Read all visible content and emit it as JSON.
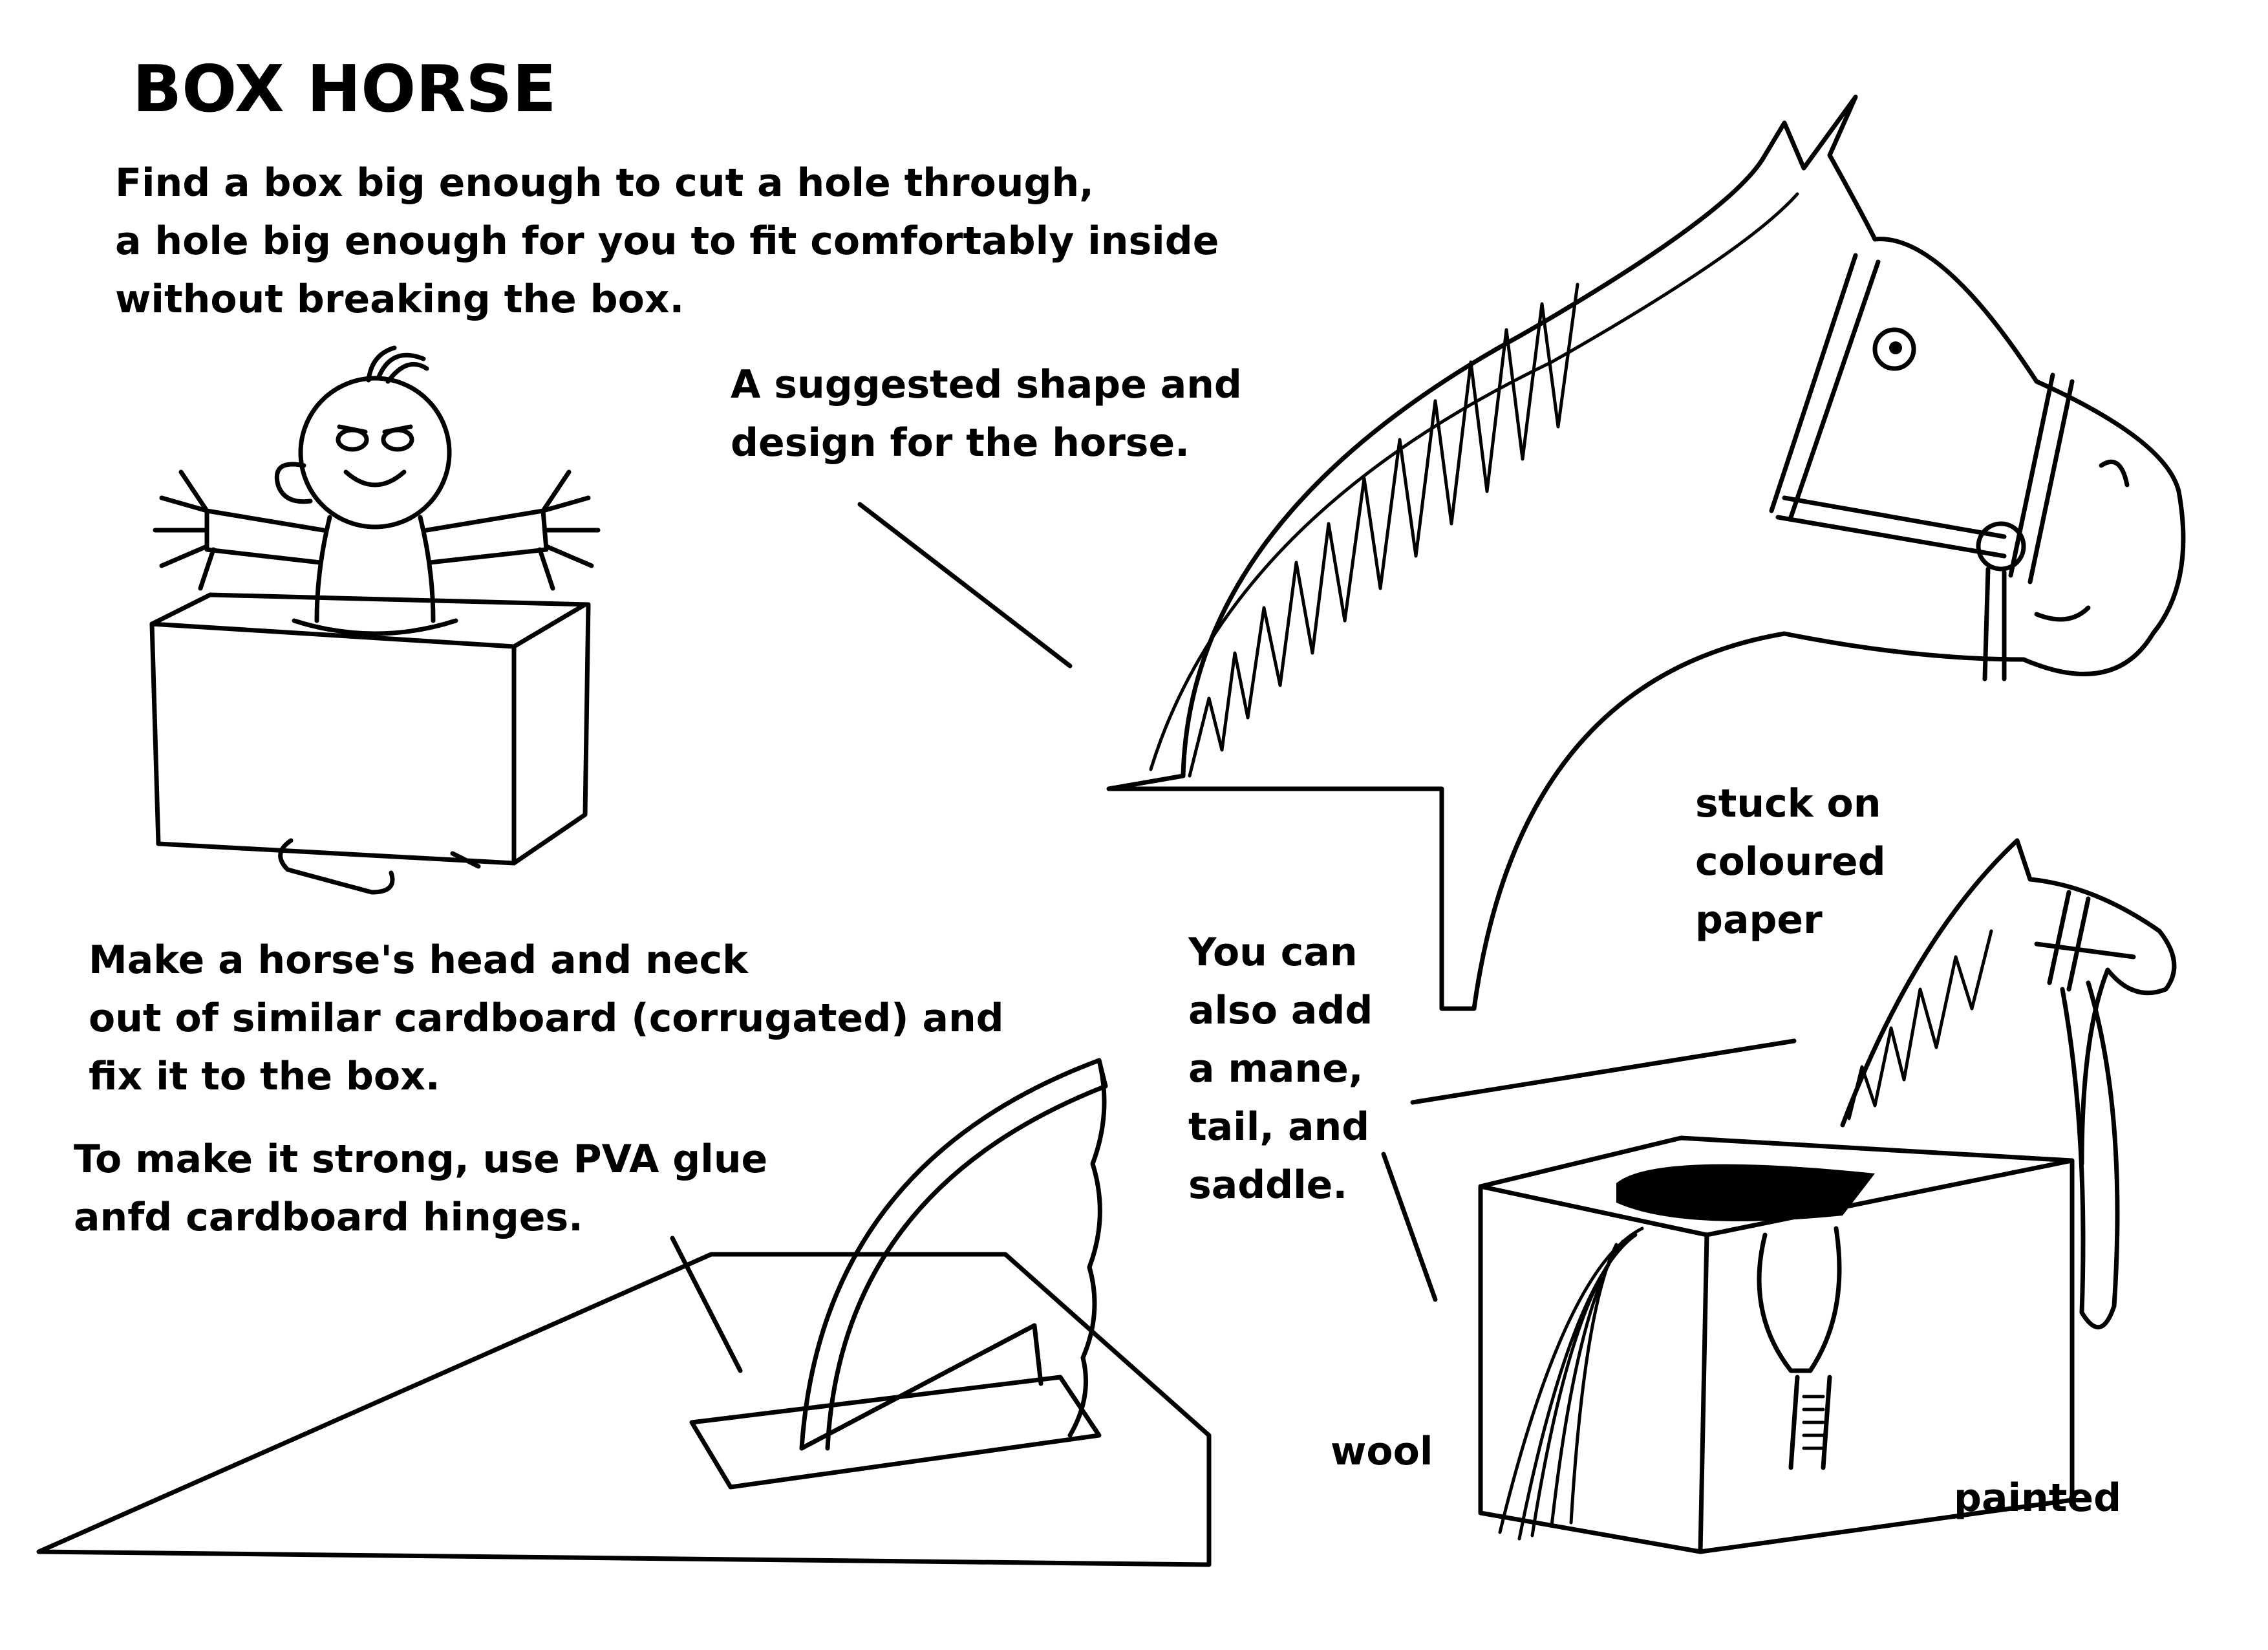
{
  "title": "BOX HORSE",
  "step_box": {
    "lines": [
      "Find a box big enough to cut a hole through,",
      "a hole big enough for you to fit comfortably inside",
      "without breaking the box."
    ]
  },
  "callout_shape": {
    "lines": [
      "A suggested shape and",
      "design for the horse."
    ]
  },
  "step_neck": {
    "lines": [
      "Make a horse's head and neck",
      "out of similar cardboard (corrugated) and",
      "fix it to the box."
    ]
  },
  "step_strong": {
    "lines": [
      "To make it strong, use PVA glue",
      "anfd cardboard hinges."
    ]
  },
  "callout_extras": {
    "lines": [
      "You can",
      "also add",
      "a mane,",
      "tail, and",
      "saddle."
    ]
  },
  "label_stuck": {
    "lines": [
      "stuck on",
      "coloured",
      "paper"
    ]
  },
  "label_wool": "wool",
  "label_painted": "painted",
  "colors": {
    "ink": "#000000",
    "paper": "#ffffff"
  }
}
